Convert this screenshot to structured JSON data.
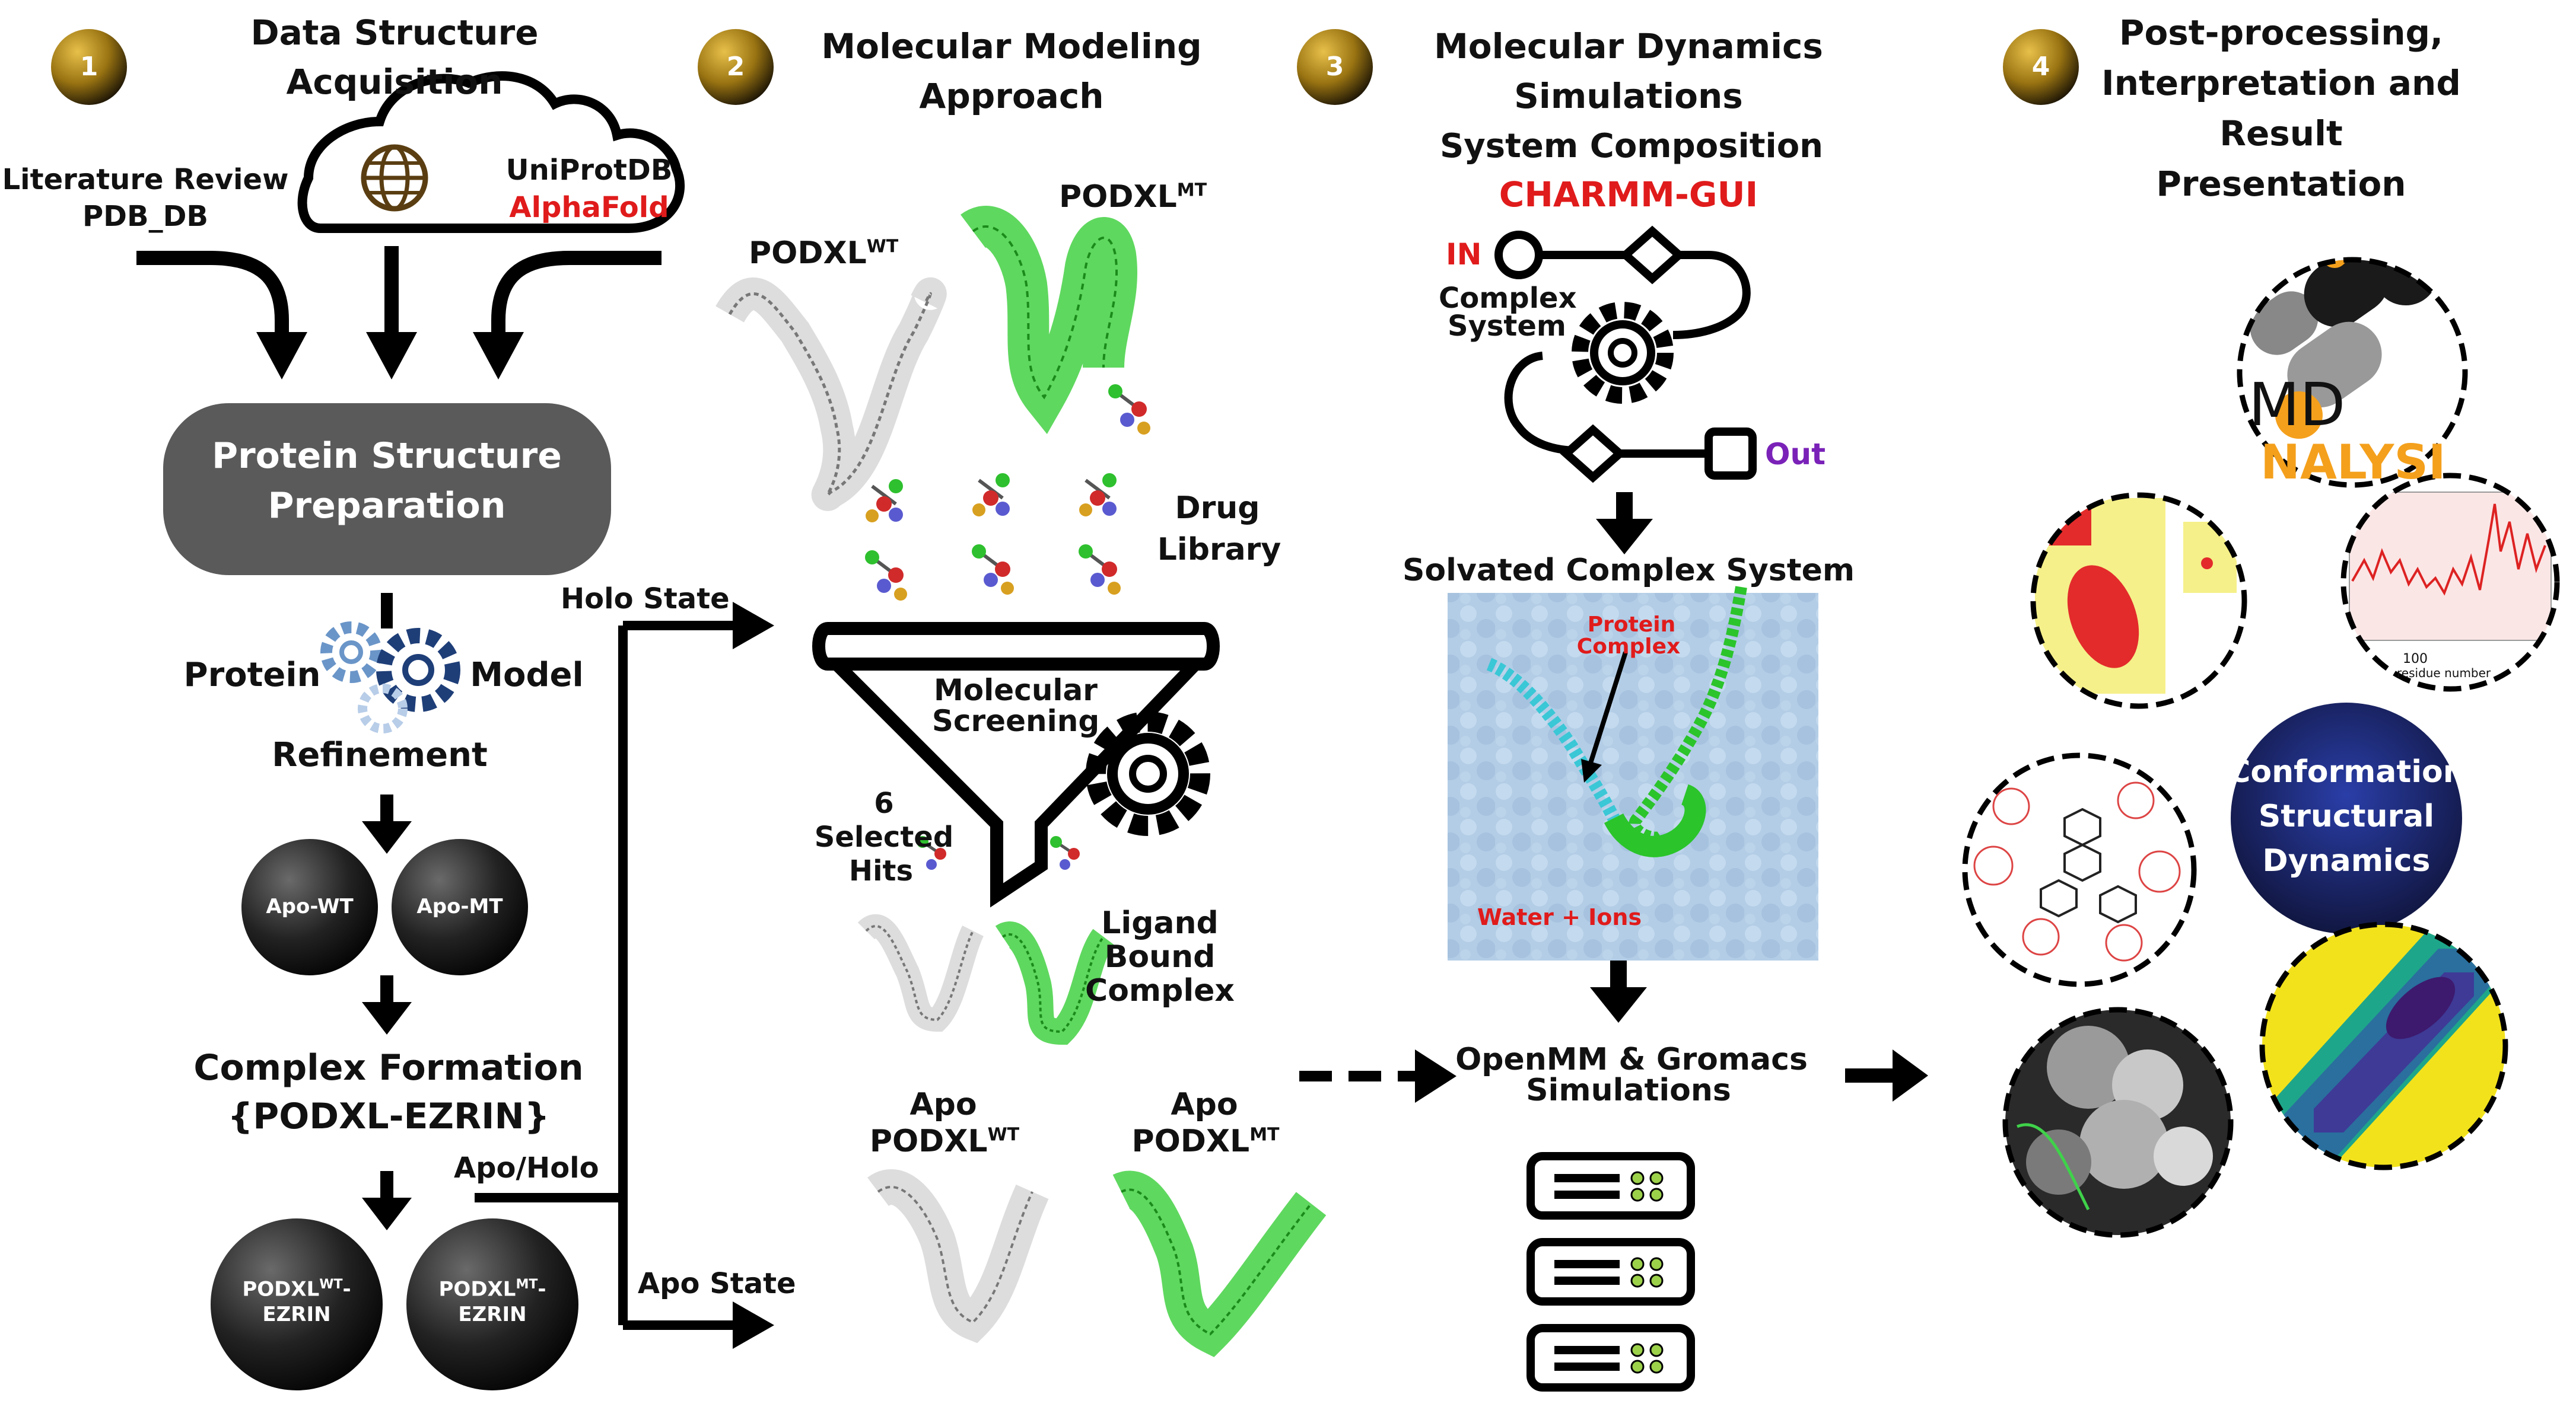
{
  "steps": [
    {
      "number": "1",
      "title_line1": "Data Structure",
      "title_line2": "Acquisition"
    },
    {
      "number": "2",
      "title_line1": "Molecular Modeling",
      "title_line2": "Approach"
    },
    {
      "number": "3",
      "title_line1": "Molecular Dynamics",
      "title_line2": "Simulations"
    },
    {
      "number": "4",
      "title_line1": "Post-processing,",
      "title_line2": "Interpretation and",
      "title_line3": "Result",
      "title_line4": "Presentation"
    }
  ],
  "col1": {
    "lit_line1": "Literature Review",
    "lit_line2": "PDB_DB",
    "uniprot": "UniProtDB",
    "alphafold": "AlphaFold",
    "prep_line1": "Protein Structure",
    "prep_line2": "Preparation",
    "refine_left": "Protein",
    "refine_right": "Model",
    "refine_bottom": "Refinement",
    "apo_wt": "Apo-WT",
    "apo_mt": "Apo-MT",
    "complex_line1": "Complex Formation",
    "complex_line2": "{PODXL-EZRIN}",
    "apo_holo": "Apo/Holo",
    "holo_state": "Holo State",
    "apo_state": "Apo State",
    "wt_ezrin_a": "PODXL",
    "wt_ezrin_sup": "WT",
    "wt_ezrin_b": "-",
    "wt_ezrin_c": "EZRIN",
    "mt_ezrin_a": "PODXL",
    "mt_ezrin_sup": "MT",
    "mt_ezrin_b": "-",
    "mt_ezrin_c": "EZRIN"
  },
  "col2": {
    "podxl": "PODXL",
    "wt": "WT",
    "mt": "MT",
    "drug_line1": "Drug",
    "drug_line2": "Library",
    "screen_line1": "Molecular",
    "screen_line2": "Screening",
    "hits_line1": "6",
    "hits_line2": "Selected",
    "hits_line3": "Hits",
    "ligand_line1": "Ligand",
    "ligand_line2": "Bound",
    "ligand_line3": "Complex",
    "apo": "Apo"
  },
  "col3": {
    "system_comp": "System Composition",
    "charmm": "CHARMM-GUI",
    "in": "IN",
    "out": "Out",
    "complex_line1": "Complex",
    "complex_line2": "System",
    "solvated": "Solvated Complex System",
    "protein_line1": "Protein",
    "protein_line2": "Complex",
    "water": "Water + Ions",
    "openmm_line1": "OpenMM & Gromacs",
    "openmm_line2": "Simulations"
  },
  "col4": {
    "md_logo_top": "MD",
    "md_logo_bottom": "NALYSI",
    "conf_line1": "Conformation",
    "conf_line2": "Structural",
    "conf_line3": "Dynamics",
    "plot_tick": "100",
    "plot_axis": "residue number"
  },
  "colors": {
    "badge_gold": "#c99a1c",
    "badge_dark": "#2a1f08",
    "prep_box": "#5a5a5a",
    "red": "#e01b1b",
    "purple": "#7a22b8",
    "green": "#3fcf3f",
    "water_blue": "#aecbe6",
    "navy": "#1b2050"
  }
}
